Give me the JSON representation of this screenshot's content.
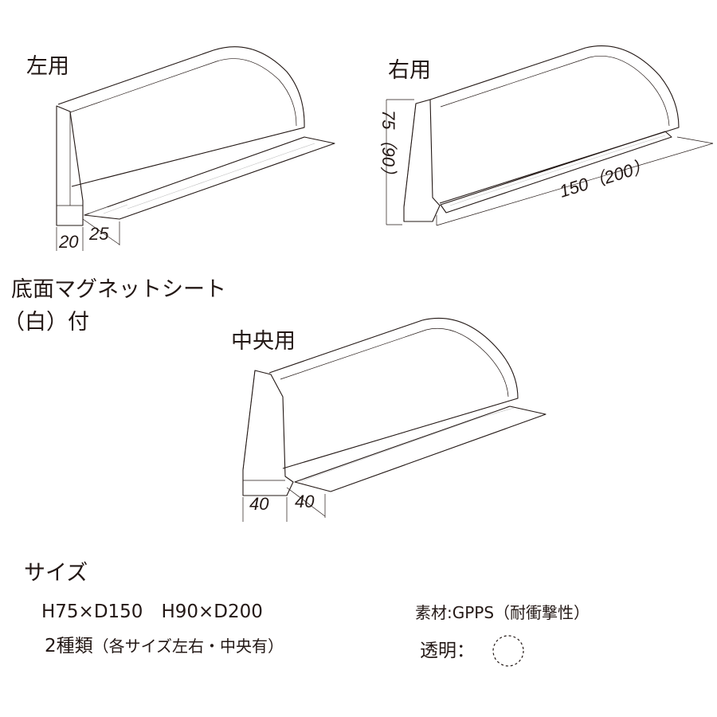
{
  "labels": {
    "left_use": "左用",
    "right_use": "右用",
    "center_use": "中央用",
    "magnet_line1": "底面マグネットシート",
    "magnet_line2": "（白）付",
    "size_heading": "サイズ",
    "size_values": "H75×D150　H90×D200",
    "kinds": "2種類",
    "kinds_note": "（各サイズ左右・中央有）",
    "material": "素材:GPPS（耐衝撃性）",
    "clear_label": "透明："
  },
  "dimensions": {
    "left_base_width": "20",
    "left_plate_width": "25",
    "right_height": "75（90）",
    "right_depth": "150（200）",
    "center_base_width": "40",
    "center_plate_width": "40"
  }
}
